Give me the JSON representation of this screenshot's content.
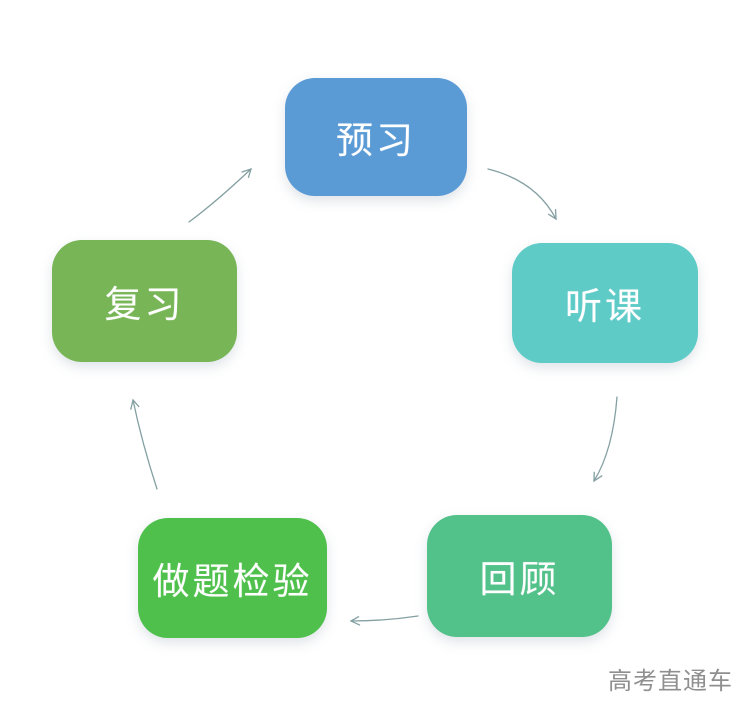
{
  "diagram": {
    "description": "study-cycle-flow",
    "nodes": [
      {
        "id": "preview",
        "label": "预习",
        "color": "#5b9bd5"
      },
      {
        "id": "listen",
        "label": "听课",
        "color": "#5ecbc7"
      },
      {
        "id": "recall",
        "label": "回顾",
        "color": "#52c18a"
      },
      {
        "id": "practice",
        "label": "做题检验",
        "color": "#4ec04b"
      },
      {
        "id": "review",
        "label": "复习",
        "color": "#77b556"
      }
    ],
    "edges": [
      {
        "from": "预习",
        "to": "听课"
      },
      {
        "from": "听课",
        "to": "回顾"
      },
      {
        "from": "回顾",
        "to": "做题检验"
      },
      {
        "from": "做题检验",
        "to": "复习"
      },
      {
        "from": "复习",
        "to": "预习"
      }
    ],
    "arrow_color": "#84a0a2"
  },
  "watermark": {
    "text": "高考直通车",
    "color": "#8f8f8f"
  }
}
